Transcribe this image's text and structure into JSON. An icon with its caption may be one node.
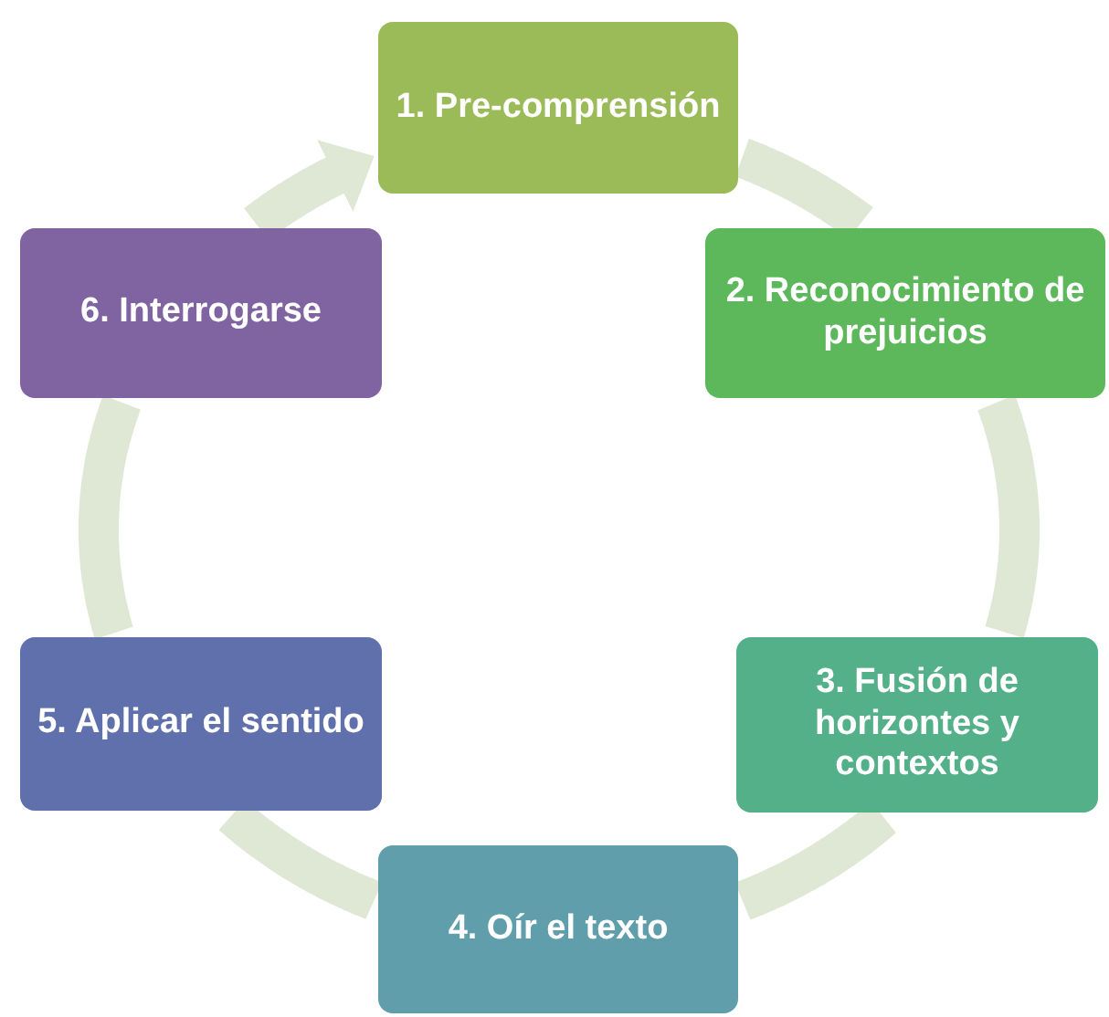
{
  "diagram": {
    "nodes": [
      {
        "text": [
          "1. Pre-comprensión"
        ]
      },
      {
        "text": [
          "2. Reconocimiento de prejuicios"
        ]
      },
      {
        "text": [
          "3. Fusión de horizontes y contextos"
        ]
      },
      {
        "text": [
          "4. Oír el texto"
        ]
      },
      {
        "text": [
          "5. Aplicar el sentido"
        ]
      },
      {
        "text": [
          "6. Interrogarse"
        ]
      }
    ],
    "edges": [
      {
        "from": 0,
        "to": 1,
        "arrow": "none"
      },
      {
        "from": 1,
        "to": 2,
        "arrow": "none"
      },
      {
        "from": 2,
        "to": 3,
        "arrow": "none"
      },
      {
        "from": 3,
        "to": 4,
        "arrow": "none"
      },
      {
        "from": 4,
        "to": 5,
        "arrow": "none"
      },
      {
        "from": 5,
        "to": 0,
        "arrow": "to"
      }
    ]
  }
}
